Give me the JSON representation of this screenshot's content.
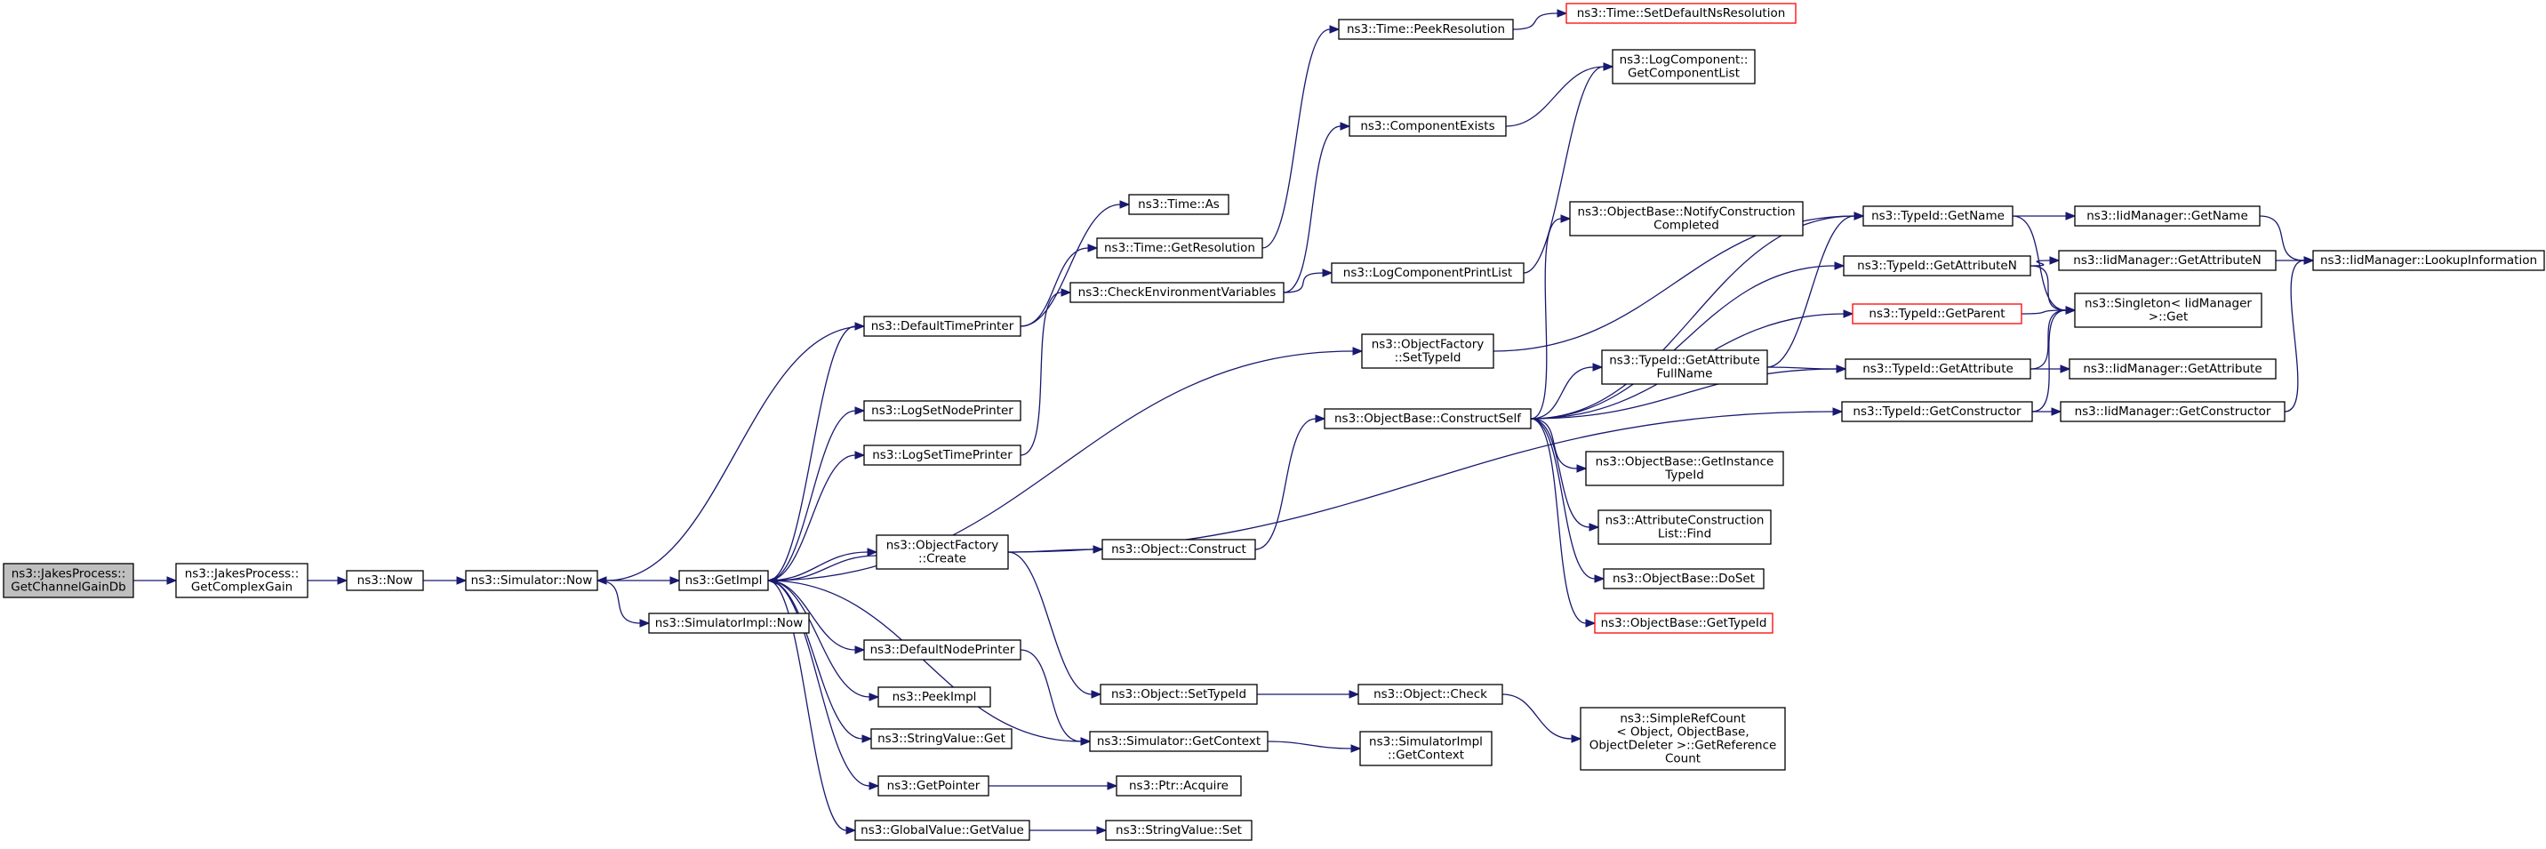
{
  "diagram": {
    "nodes": [
      {
        "id": "getChannelGainDb",
        "lines": [
          "ns3::JakesProcess::",
          "GetChannelGainDb"
        ],
        "style": "start"
      },
      {
        "id": "getComplexGain",
        "lines": [
          "ns3::JakesProcess::",
          "GetComplexGain"
        ],
        "style": "normal"
      },
      {
        "id": "now",
        "lines": [
          "ns3::Now"
        ],
        "style": "normal"
      },
      {
        "id": "simulatorNow",
        "lines": [
          "ns3::Simulator::Now"
        ],
        "style": "normal"
      },
      {
        "id": "getImpl",
        "lines": [
          "ns3::GetImpl"
        ],
        "style": "normal"
      },
      {
        "id": "simulatorImplNow",
        "lines": [
          "ns3::SimulatorImpl::Now"
        ],
        "style": "normal"
      },
      {
        "id": "defaultTimePrinter",
        "lines": [
          "ns3::DefaultTimePrinter"
        ],
        "style": "normal"
      },
      {
        "id": "logSetNodePrinter",
        "lines": [
          "ns3::LogSetNodePrinter"
        ],
        "style": "normal"
      },
      {
        "id": "logSetTimePrinter",
        "lines": [
          "ns3::LogSetTimePrinter"
        ],
        "style": "normal"
      },
      {
        "id": "objectFactoryCreate",
        "lines": [
          "ns3::ObjectFactory",
          "::Create"
        ],
        "style": "normal"
      },
      {
        "id": "defaultNodePrinter",
        "lines": [
          "ns3::DefaultNodePrinter"
        ],
        "style": "normal"
      },
      {
        "id": "peekImpl",
        "lines": [
          "ns3::PeekImpl"
        ],
        "style": "normal"
      },
      {
        "id": "stringValueGet",
        "lines": [
          "ns3::StringValue::Get"
        ],
        "style": "normal"
      },
      {
        "id": "getPointer",
        "lines": [
          "ns3::GetPointer"
        ],
        "style": "normal"
      },
      {
        "id": "globalValueGetValue",
        "lines": [
          "ns3::GlobalValue::GetValue"
        ],
        "style": "normal"
      },
      {
        "id": "timeAs",
        "lines": [
          "ns3::Time::As"
        ],
        "style": "normal"
      },
      {
        "id": "timeGetResolution",
        "lines": [
          "ns3::Time::GetResolution"
        ],
        "style": "normal"
      },
      {
        "id": "checkEnvironmentVariables",
        "lines": [
          "ns3::CheckEnvironmentVariables"
        ],
        "style": "normal"
      },
      {
        "id": "objectConstruct",
        "lines": [
          "ns3::Object::Construct"
        ],
        "style": "normal"
      },
      {
        "id": "objectSetTypeId",
        "lines": [
          "ns3::Object::SetTypeId"
        ],
        "style": "normal"
      },
      {
        "id": "simulatorGetContext",
        "lines": [
          "ns3::Simulator::GetContext"
        ],
        "style": "normal"
      },
      {
        "id": "ptrAcquire",
        "lines": [
          "ns3::Ptr::Acquire"
        ],
        "style": "normal"
      },
      {
        "id": "stringValueSet",
        "lines": [
          "ns3::StringValue::Set"
        ],
        "style": "normal"
      },
      {
        "id": "timePeekResolution",
        "lines": [
          "ns3::Time::PeekResolution"
        ],
        "style": "normal"
      },
      {
        "id": "componentExists",
        "lines": [
          "ns3::ComponentExists"
        ],
        "style": "normal"
      },
      {
        "id": "logComponentPrintList",
        "lines": [
          "ns3::LogComponentPrintList"
        ],
        "style": "normal"
      },
      {
        "id": "objectFactorySetTypeId",
        "lines": [
          "ns3::ObjectFactory",
          "::SetTypeId"
        ],
        "style": "normal"
      },
      {
        "id": "constructSelf",
        "lines": [
          "ns3::ObjectBase::ConstructSelf"
        ],
        "style": "normal"
      },
      {
        "id": "objectCheck",
        "lines": [
          "ns3::Object::Check"
        ],
        "style": "normal"
      },
      {
        "id": "simulatorImplGetContext",
        "lines": [
          "ns3::SimulatorImpl",
          "::GetContext"
        ],
        "style": "normal"
      },
      {
        "id": "timeSetDefaultNsResolution",
        "lines": [
          "ns3::Time::SetDefaultNsResolution"
        ],
        "style": "red"
      },
      {
        "id": "logComponentGetComponentList",
        "lines": [
          "ns3::LogComponent::",
          "GetComponentList"
        ],
        "style": "normal"
      },
      {
        "id": "notifyConstructionCompleted",
        "lines": [
          "ns3::ObjectBase::NotifyConstruction",
          "Completed"
        ],
        "style": "normal"
      },
      {
        "id": "getAttributeFullName",
        "lines": [
          "ns3::TypeId::GetAttribute",
          "FullName"
        ],
        "style": "normal"
      },
      {
        "id": "getInstanceTypeId",
        "lines": [
          "ns3::ObjectBase::GetInstance",
          "TypeId"
        ],
        "style": "normal"
      },
      {
        "id": "attributeConstructionListFind",
        "lines": [
          "ns3::AttributeConstruction",
          "List::Find"
        ],
        "style": "normal"
      },
      {
        "id": "objectBaseDoSet",
        "lines": [
          "ns3::ObjectBase::DoSet"
        ],
        "style": "normal"
      },
      {
        "id": "objectBaseGetTypeId",
        "lines": [
          "ns3::ObjectBase::GetTypeId"
        ],
        "style": "red"
      },
      {
        "id": "simpleRefCountGetReferenceCount",
        "lines": [
          "ns3::SimpleRefCount",
          "< Object, ObjectBase,",
          "ObjectDeleter >::GetReference",
          "Count"
        ],
        "style": "normal"
      },
      {
        "id": "typeIdGetName",
        "lines": [
          "ns3::TypeId::GetName"
        ],
        "style": "normal"
      },
      {
        "id": "typeIdGetAttributeN",
        "lines": [
          "ns3::TypeId::GetAttributeN"
        ],
        "style": "normal"
      },
      {
        "id": "typeIdGetParent",
        "lines": [
          "ns3::TypeId::GetParent"
        ],
        "style": "red"
      },
      {
        "id": "typeIdGetAttribute",
        "lines": [
          "ns3::TypeId::GetAttribute"
        ],
        "style": "normal"
      },
      {
        "id": "typeIdGetConstructor",
        "lines": [
          "ns3::TypeId::GetConstructor"
        ],
        "style": "normal"
      },
      {
        "id": "iidGetName",
        "lines": [
          "ns3::IidManager::GetName"
        ],
        "style": "normal"
      },
      {
        "id": "iidGetAttributeN",
        "lines": [
          "ns3::IidManager::GetAttributeN"
        ],
        "style": "normal"
      },
      {
        "id": "singletonGet",
        "lines": [
          "ns3::Singleton< IidManager",
          ">::Get"
        ],
        "style": "normal"
      },
      {
        "id": "iidGetAttribute",
        "lines": [
          "ns3::IidManager::GetAttribute"
        ],
        "style": "normal"
      },
      {
        "id": "iidGetConstructor",
        "lines": [
          "ns3::IidManager::GetConstructor"
        ],
        "style": "normal"
      },
      {
        "id": "iidLookupInformation",
        "lines": [
          "ns3::IidManager::LookupInformation"
        ],
        "style": "normal"
      }
    ],
    "edges": [
      [
        "getChannelGainDb",
        "getComplexGain"
      ],
      [
        "getComplexGain",
        "now"
      ],
      [
        "now",
        "simulatorNow"
      ],
      [
        "simulatorNow",
        "getImpl"
      ],
      [
        "simulatorNow",
        "simulatorImplNow"
      ],
      [
        "getImpl",
        "defaultTimePrinter"
      ],
      [
        "getImpl",
        "logSetNodePrinter"
      ],
      [
        "getImpl",
        "logSetTimePrinter"
      ],
      [
        "getImpl",
        "objectFactorySetTypeId"
      ],
      [
        "getImpl",
        "objectFactoryCreate"
      ],
      [
        "getImpl",
        "defaultNodePrinter"
      ],
      [
        "getImpl",
        "peekImpl"
      ],
      [
        "getImpl",
        "stringValueGet"
      ],
      [
        "getImpl",
        "getPointer"
      ],
      [
        "getImpl",
        "globalValueGetValue"
      ],
      [
        "getImpl",
        "simulatorGetContext"
      ],
      [
        "defaultTimePrinter",
        "simulatorNow"
      ],
      [
        "defaultTimePrinter",
        "timeAs"
      ],
      [
        "defaultTimePrinter",
        "timeGetResolution"
      ],
      [
        "timeGetResolution",
        "timePeekResolution"
      ],
      [
        "timePeekResolution",
        "timeSetDefaultNsResolution"
      ],
      [
        "logSetTimePrinter",
        "checkEnvironmentVariables"
      ],
      [
        "checkEnvironmentVariables",
        "componentExists"
      ],
      [
        "checkEnvironmentVariables",
        "logComponentPrintList"
      ],
      [
        "componentExists",
        "logComponentGetComponentList"
      ],
      [
        "logComponentPrintList",
        "logComponentGetComponentList"
      ],
      [
        "objectFactorySetTypeId",
        "typeIdGetName"
      ],
      [
        "objectFactoryCreate",
        "objectConstruct"
      ],
      [
        "objectFactoryCreate",
        "objectSetTypeId"
      ],
      [
        "objectFactoryCreate",
        "typeIdGetConstructor"
      ],
      [
        "objectFactoryCreate",
        "getImpl"
      ],
      [
        "objectConstruct",
        "constructSelf"
      ],
      [
        "objectSetTypeId",
        "objectCheck"
      ],
      [
        "objectCheck",
        "simpleRefCountGetReferenceCount"
      ],
      [
        "defaultNodePrinter",
        "simulatorGetContext"
      ],
      [
        "simulatorGetContext",
        "simulatorImplGetContext"
      ],
      [
        "getPointer",
        "ptrAcquire"
      ],
      [
        "globalValueGetValue",
        "stringValueSet"
      ],
      [
        "constructSelf",
        "notifyConstructionCompleted"
      ],
      [
        "constructSelf",
        "typeIdGetName"
      ],
      [
        "constructSelf",
        "typeIdGetAttributeN"
      ],
      [
        "constructSelf",
        "typeIdGetParent"
      ],
      [
        "constructSelf",
        "getAttributeFullName"
      ],
      [
        "constructSelf",
        "typeIdGetAttribute"
      ],
      [
        "constructSelf",
        "getInstanceTypeId"
      ],
      [
        "constructSelf",
        "attributeConstructionListFind"
      ],
      [
        "constructSelf",
        "objectBaseDoSet"
      ],
      [
        "constructSelf",
        "objectBaseGetTypeId"
      ],
      [
        "getAttributeFullName",
        "typeIdGetName"
      ],
      [
        "getAttributeFullName",
        "typeIdGetAttribute"
      ],
      [
        "typeIdGetName",
        "iidGetName"
      ],
      [
        "typeIdGetName",
        "singletonGet"
      ],
      [
        "typeIdGetAttributeN",
        "iidGetAttributeN"
      ],
      [
        "typeIdGetAttributeN",
        "singletonGet"
      ],
      [
        "typeIdGetParent",
        "singletonGet"
      ],
      [
        "typeIdGetAttribute",
        "iidGetAttribute"
      ],
      [
        "typeIdGetAttribute",
        "singletonGet"
      ],
      [
        "typeIdGetConstructor",
        "iidGetConstructor"
      ],
      [
        "typeIdGetConstructor",
        "singletonGet"
      ],
      [
        "iidGetName",
        "iidLookupInformation"
      ],
      [
        "iidGetAttributeN",
        "iidLookupInformation"
      ],
      [
        "iidGetConstructor",
        "iidLookupInformation"
      ]
    ]
  }
}
